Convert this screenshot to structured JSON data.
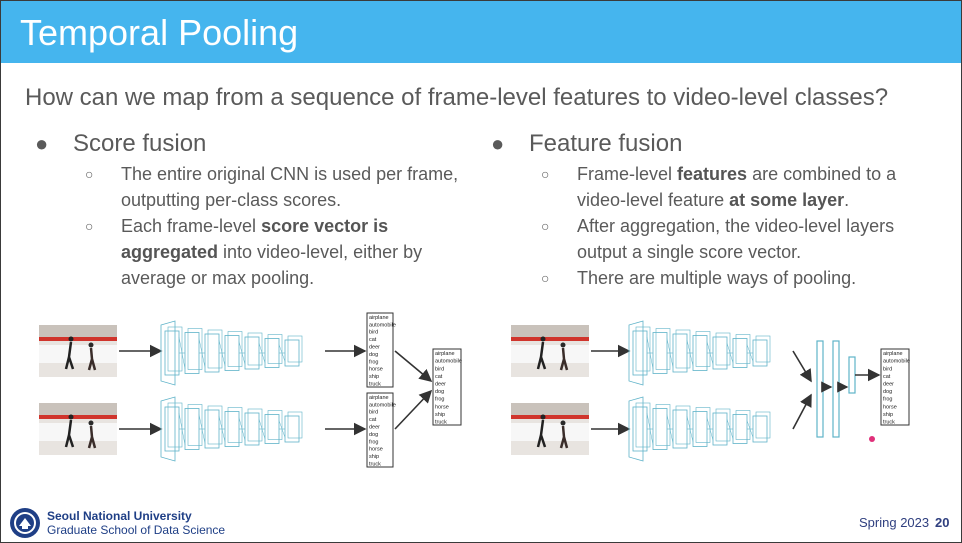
{
  "title": "Temporal Pooling",
  "question": "How can we map from a sequence of frame-level features to video-level classes?",
  "left": {
    "heading": "Score fusion",
    "sub1": "The entire original CNN is used per frame, outputting per-class scores.",
    "sub2_pre": "Each frame-level ",
    "sub2_bold": "score vector is aggregated",
    "sub2_post": " into video-level, either by average or max pooling."
  },
  "right": {
    "heading": "Feature fusion",
    "sub1_pre": "Frame-level ",
    "sub1_bold1": "features",
    "sub1_mid": " are combined to a video-level feature ",
    "sub1_bold2": "at some layer",
    "sub1_post": ".",
    "sub2": "After aggregation, the video-level layers output a single score vector.",
    "sub3": "There are multiple ways of pooling."
  },
  "classes": [
    "airplane",
    "automobile",
    "bird",
    "cat",
    "deer",
    "dog",
    "frog",
    "horse",
    "ship",
    "truck"
  ],
  "colors": {
    "title_bar": "#45b5ee",
    "cnn": "#5fb3c9",
    "ice_stripe": "#d0342c"
  },
  "footer": {
    "university": "Seoul National University",
    "school": "Graduate School of Data Science",
    "term": "Spring 2023",
    "page": "20"
  }
}
